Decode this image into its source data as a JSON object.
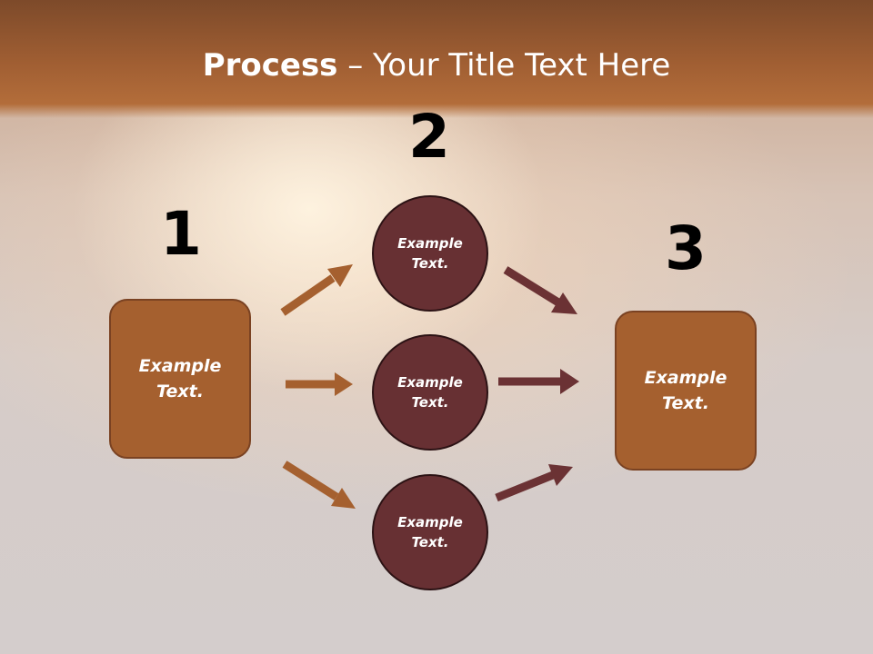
{
  "slide": {
    "title_bold": "Process",
    "title_rest": " – Your Title Text Here"
  },
  "diagram": {
    "steps": [
      {
        "number": "1",
        "text": "Example\nText."
      },
      {
        "number": "2",
        "text": "Example\nText."
      },
      {
        "number": "3",
        "text": "Example\nText."
      }
    ],
    "circles": [
      {
        "text": "Example\nText."
      },
      {
        "text": "Example\nText."
      },
      {
        "text": "Example\nText."
      }
    ],
    "colors": {
      "box": "#a5602f",
      "circle": "#673033",
      "arrow_left": "#a5602f",
      "arrow_right": "#6b3234"
    }
  }
}
